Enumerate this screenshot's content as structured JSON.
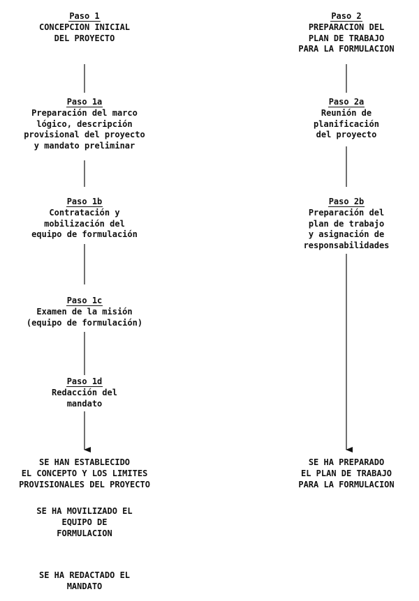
{
  "steps": {
    "s1": {
      "title": "Paso 1",
      "lines": [
        "CONCEPCION INICIAL",
        "DEL PROYECTO"
      ]
    },
    "s1a": {
      "title": "Paso 1a",
      "lines": [
        "Preparación del marco",
        "lógico, descripción",
        "provisional del proyecto",
        "y mandato preliminar"
      ]
    },
    "s1b": {
      "title": "Paso 1b",
      "lines": [
        "Contratación y",
        "mobilización del",
        "equipo de formulación"
      ]
    },
    "s1c": {
      "title": "Paso 1c",
      "lines": [
        "Examen de la misión",
        "(equipo de formulación)"
      ]
    },
    "s1d": {
      "title": "Paso 1d",
      "lines": [
        "Redacción del",
        "mandato"
      ]
    },
    "s2": {
      "title": "Paso 2",
      "lines": [
        "PREPARACION DEL",
        "PLAN DE TRABAJO",
        "PARA LA FORMULACION"
      ]
    },
    "s2a": {
      "title": "Paso 2a",
      "lines": [
        "Reunión de",
        "planificación",
        "del proyecto"
      ]
    },
    "s2b": {
      "title": "Paso 2b",
      "lines": [
        "Preparación del",
        "plan de trabajo",
        "y asignación de",
        "responsabilidades"
      ]
    }
  },
  "outcomes": {
    "left_1": [
      "SE HAN ESTABLECIDO",
      "EL CONCEPTO Y LOS LIMITES",
      "PROVISIONALES DEL PROYECTO"
    ],
    "left_2": [
      "SE HA MOVILIZADO EL",
      "EQUIPO DE",
      "FORMULACION"
    ],
    "left_3": [
      "SE HA REDACTADO EL",
      "MANDATO"
    ],
    "right_1": [
      "SE HA PREPARADO",
      "EL PLAN DE TRABAJO",
      "PARA LA FORMULACION"
    ]
  },
  "colors": {
    "ink": "#111111",
    "background": "#ffffff"
  }
}
